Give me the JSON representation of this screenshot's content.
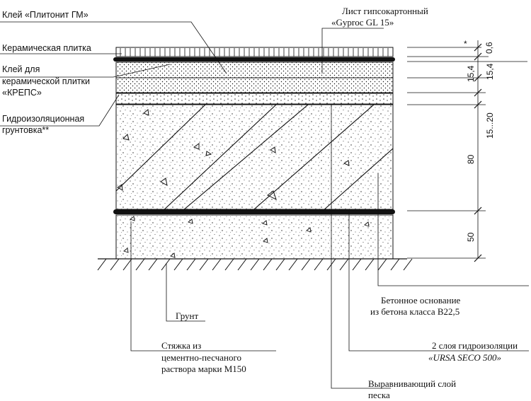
{
  "labels": {
    "glue_plitonit": "Клей «Плитонит ГМ»",
    "gypsum_sheet_1": "Лист гипсокартонный",
    "gypsum_sheet_2": "«Gyproc GL 15»",
    "ceramic_tile": "Керамическая плитка",
    "tile_glue_1": "Клей для",
    "tile_glue_2": "керамической плитки",
    "tile_glue_3": "«КРЕПС»",
    "primer_1": "Гидроизоляционная",
    "primer_2": "грунтовка**",
    "concrete_base_1": "Бетонное основание",
    "concrete_base_2": "из бетона класса B22,5",
    "soil": "Грунт",
    "screed_1": "Стяжка из",
    "screed_2": "цементно-песчаного",
    "screed_3": "раствора марки М150",
    "waterproof_1": "2 слоя  гидроизоляции",
    "waterproof_2": "«URSA SECO 500»",
    "sand_layer_1": "Выравнивающий слой",
    "sand_layer_2": "песка"
  },
  "dimensions": {
    "asterisk": "*",
    "d1": "0,6",
    "d2": "15,4",
    "d3": "15,4",
    "d4": "15...20",
    "d5": "80",
    "d6": "50"
  },
  "colors": {
    "ink": "#111111",
    "background": "#ffffff"
  }
}
